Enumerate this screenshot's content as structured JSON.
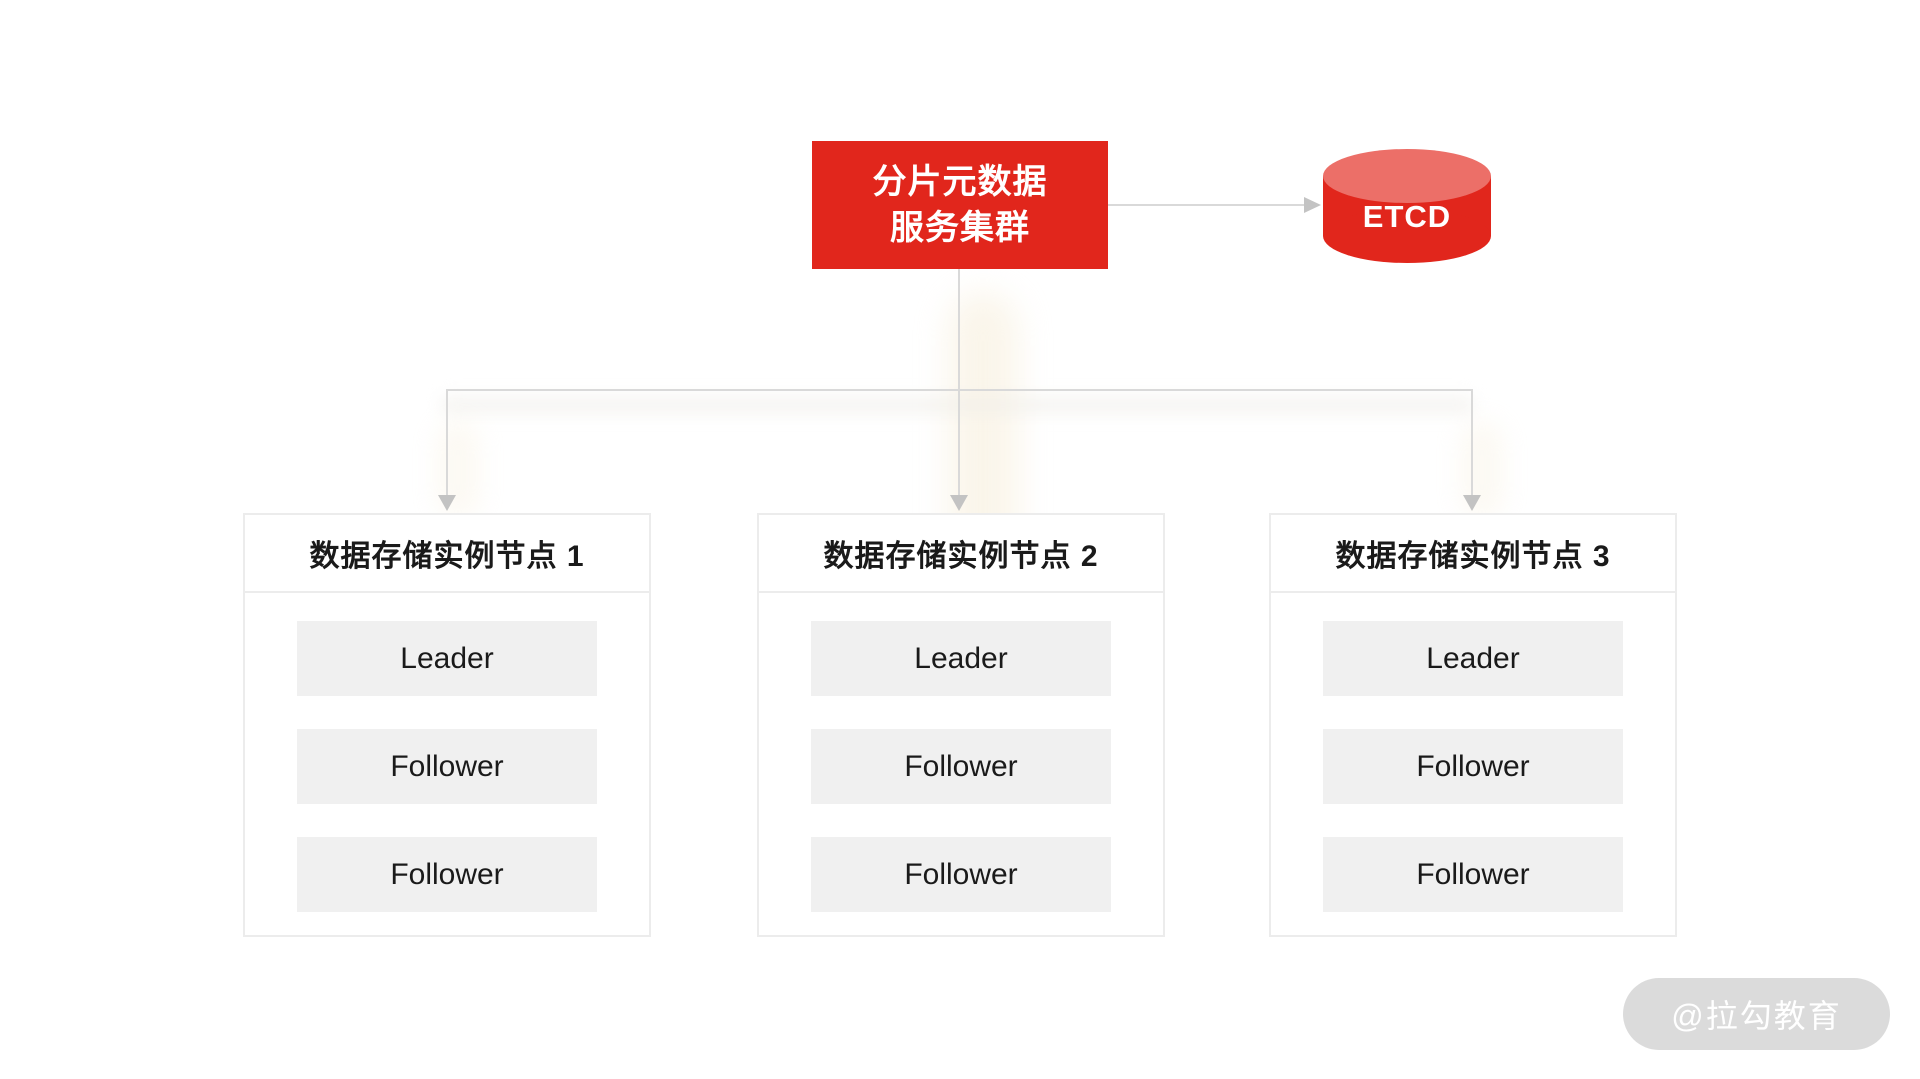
{
  "diagram": {
    "top_box": {
      "line1": "分片元数据",
      "line2": "服务集群",
      "bg_color": "#e1261c",
      "text_color": "#ffffff"
    },
    "etcd": {
      "label": "ETCD",
      "body_color": "#e1261c",
      "top_color": "#ec6f68",
      "text_color": "#ffffff"
    },
    "connector": {
      "line_color": "#d9d9d9",
      "arrowhead_color": "#c3c3c3"
    },
    "nodes": [
      {
        "title": "数据存储实例节点 1",
        "members": [
          "Leader",
          "Follower",
          "Follower"
        ]
      },
      {
        "title": "数据存储实例节点 2",
        "members": [
          "Leader",
          "Follower",
          "Follower"
        ]
      },
      {
        "title": "数据存储实例节点 3",
        "members": [
          "Leader",
          "Follower",
          "Follower"
        ]
      }
    ],
    "watermark": {
      "label": "@拉勾教育",
      "bg_color": "#dbdbdb",
      "text_color": "#ffffff"
    }
  }
}
